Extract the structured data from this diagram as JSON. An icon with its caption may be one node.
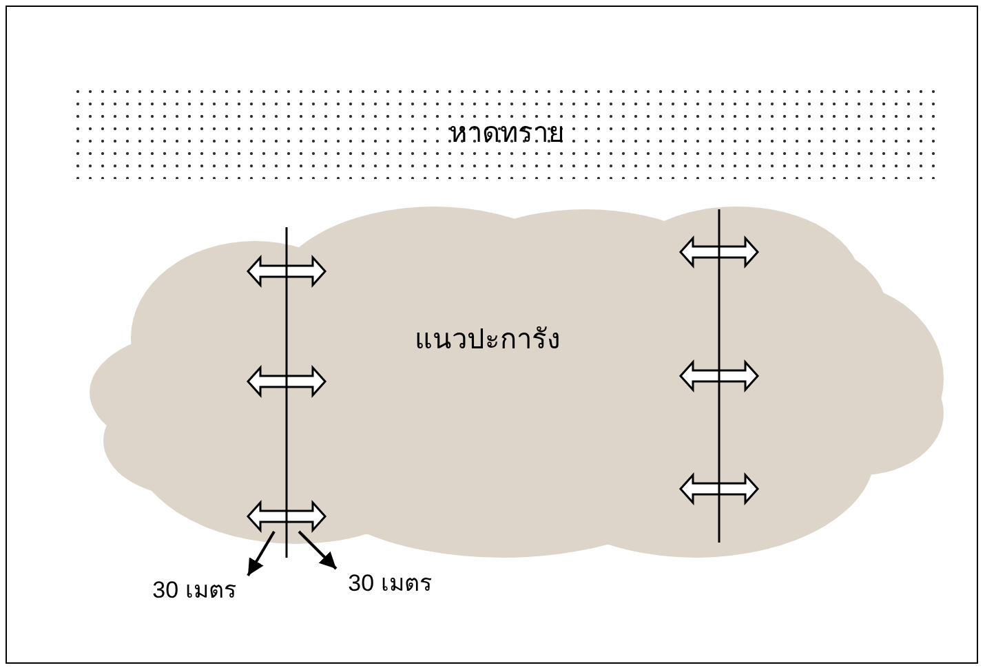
{
  "diagram": {
    "nodes": [
      {
        "text": [
          "หาดทราย"
        ]
      },
      {
        "text": [
          "แนวปะการัง"
        ]
      },
      {
        "text": [
          "30 เมตร"
        ]
      },
      {
        "text": [
          "30 เมตร"
        ]
      }
    ],
    "edges": [
      {
        "from": 1,
        "to": 2,
        "arrow": "to"
      },
      {
        "from": 1,
        "to": 3,
        "arrow": "to"
      }
    ]
  }
}
